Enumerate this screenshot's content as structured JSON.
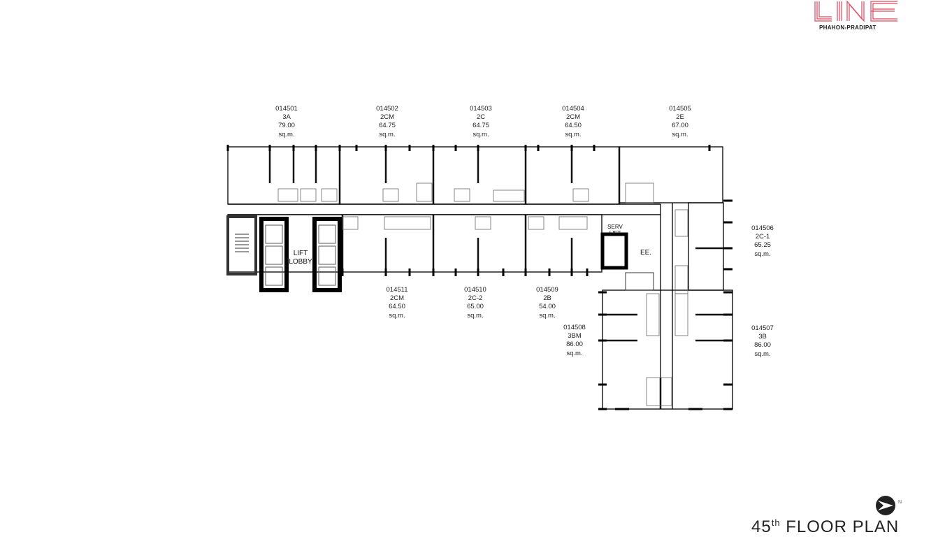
{
  "brand": {
    "logo_text": "LINE",
    "subtitle": "PHAHON-PRADIPAT",
    "color": "#e0475f"
  },
  "title": {
    "floor": "45",
    "suffix": "th",
    "text": "FLOOR PLAN"
  },
  "compass": {
    "label": "N",
    "icon": "north-arrow-icon"
  },
  "rooms": {
    "lift_lobby": "LIFT\nLOBBY",
    "serv_lift": "SERV\nLIFT",
    "ee": "EE."
  },
  "units": [
    {
      "id": "014501",
      "type": "3A",
      "area": "79.00",
      "unit": "sq.m."
    },
    {
      "id": "014502",
      "type": "2CM",
      "area": "64.75",
      "unit": "sq.m."
    },
    {
      "id": "014503",
      "type": "2C",
      "area": "64.75",
      "unit": "sq.m."
    },
    {
      "id": "014504",
      "type": "2CM",
      "area": "64.50",
      "unit": "sq.m."
    },
    {
      "id": "014505",
      "type": "2E",
      "area": "67.00",
      "unit": "sq.m."
    },
    {
      "id": "014506",
      "type": "2C-1",
      "area": "65.25",
      "unit": "sq.m."
    },
    {
      "id": "014507",
      "type": "3B",
      "area": "86.00",
      "unit": "sq.m."
    },
    {
      "id": "014508",
      "type": "3BM",
      "area": "86.00",
      "unit": "sq.m."
    },
    {
      "id": "014509",
      "type": "2B",
      "area": "54.00",
      "unit": "sq.m."
    },
    {
      "id": "014510",
      "type": "2C-2",
      "area": "65.00",
      "unit": "sq.m."
    },
    {
      "id": "014511",
      "type": "2CM",
      "area": "64.50",
      "unit": "sq.m."
    }
  ]
}
